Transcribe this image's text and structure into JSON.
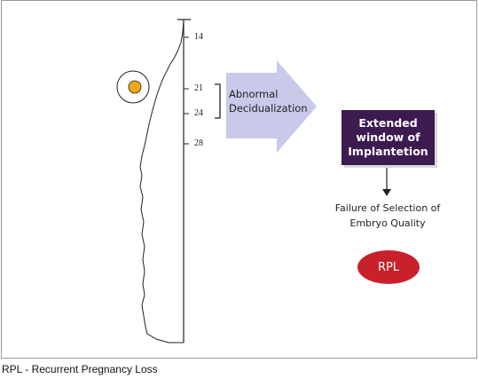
{
  "ticks": [
    "14",
    "21",
    "24",
    "28"
  ],
  "arrow_label": "Abnormal Decidualization",
  "box_label": "Extended window of Implantetion",
  "outcome_label": "Failure of Selection of Embryo Quality",
  "result_label": "RPL",
  "footnote": "RPL - Recurrent Pregnancy Loss",
  "colors": {
    "arrow": "#c9c9ea",
    "box": "#3d1a4f",
    "rpl": "#c8212b",
    "dot": "#f0a818"
  }
}
